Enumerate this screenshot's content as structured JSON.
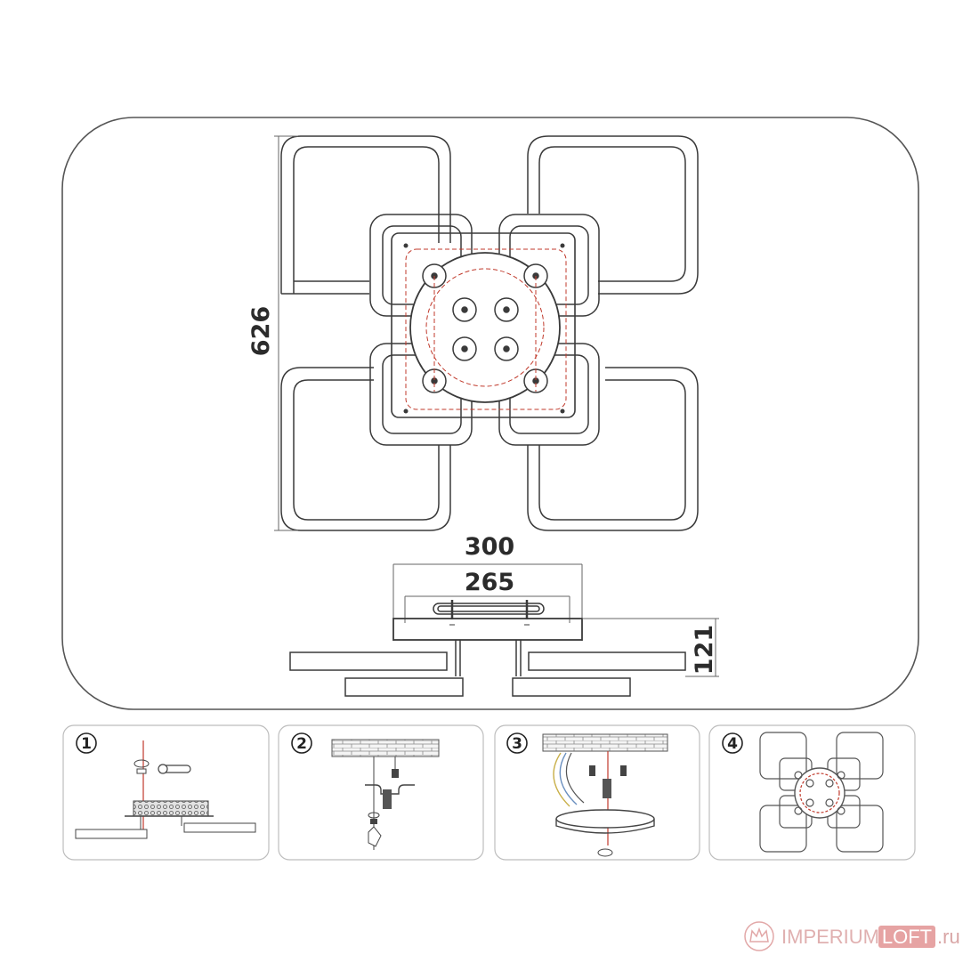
{
  "dimensions": {
    "height_label": "626",
    "width_outer_label": "300",
    "width_inner_label": "265",
    "depth_label": "121"
  },
  "steps": [
    {
      "number": "1"
    },
    {
      "number": "2"
    },
    {
      "number": "3"
    },
    {
      "number": "4"
    }
  ],
  "watermark": {
    "part1": "IMPERIUM",
    "part2": "LOFT",
    "suffix": ".ru"
  },
  "colors": {
    "line": "#3a3a3a",
    "accent_red": "#c0392b",
    "panel_border": "#bdbdbd",
    "watermark": "#e8b8b8"
  }
}
